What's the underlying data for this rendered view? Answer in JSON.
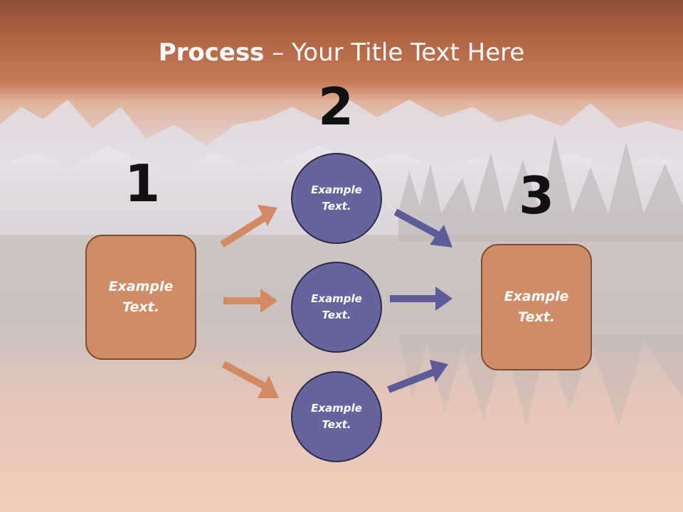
{
  "title": {
    "bold": "Process",
    "rest": " – Your Title Text Here"
  },
  "steps": {
    "one": "1",
    "two": "2",
    "three": "3"
  },
  "nodes": {
    "start_box": "Example Text.",
    "circle_top": "Example Text.",
    "circle_middle": "Example Text.",
    "circle_bottom": "Example Text.",
    "end_box": "Example Text."
  },
  "colors": {
    "box_fill": "#cf8c67",
    "circle_fill": "#65649c",
    "orange_arrow": "#d38a63",
    "purple_arrow": "#5e5c98"
  }
}
